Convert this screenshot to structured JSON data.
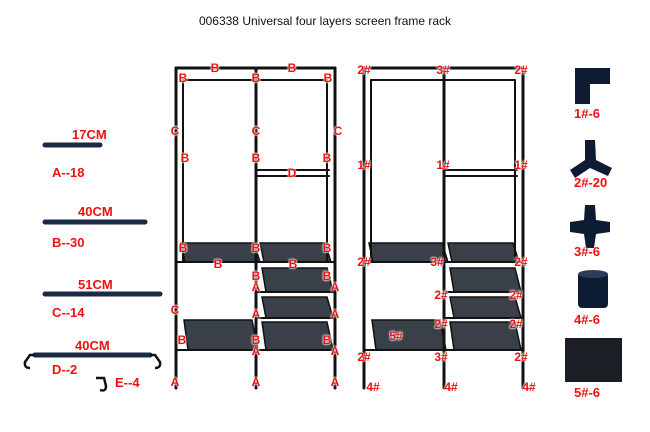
{
  "title": "006338 Universal four layers screen frame rack",
  "parts": [
    {
      "size": "17CM",
      "code": "A--18"
    },
    {
      "size": "40CM",
      "code": "B--30"
    },
    {
      "size": "51CM",
      "code": "C--14"
    },
    {
      "size": "40CM",
      "code": "D--2"
    },
    {
      "size": "",
      "code": "E--4"
    }
  ],
  "connectors": [
    {
      "code": "1#-6",
      "icon": "elbow-connector"
    },
    {
      "code": "2#-20",
      "icon": "three-way-connector"
    },
    {
      "code": "3#-6",
      "icon": "four-way-connector"
    },
    {
      "code": "4#-6",
      "icon": "foot-cap"
    },
    {
      "code": "5#-6",
      "icon": "fabric-shelf"
    }
  ],
  "frame_a_labels": [
    "B",
    "B",
    "B",
    "B",
    "B",
    "C",
    "C",
    "C",
    "B",
    "B",
    "B",
    "D",
    "B",
    "B",
    "B",
    "B",
    "B",
    "B",
    "B",
    "A",
    "A",
    "C",
    "A",
    "A",
    "B",
    "B",
    "B",
    "A",
    "A",
    "A",
    "A",
    "A"
  ],
  "frame_b_labels": [
    "2#",
    "3#",
    "2#",
    "1#",
    "1#",
    "1#",
    "2#",
    "3#",
    "2#",
    "2#",
    "2#",
    "2#",
    "2#",
    "5#",
    "2#",
    "3#",
    "2#",
    "4#",
    "4#",
    "4#"
  ],
  "colors": {
    "label": "#ee1111",
    "frame": "#111111",
    "shelf": "#3a4048",
    "part": "#1a2a44"
  }
}
